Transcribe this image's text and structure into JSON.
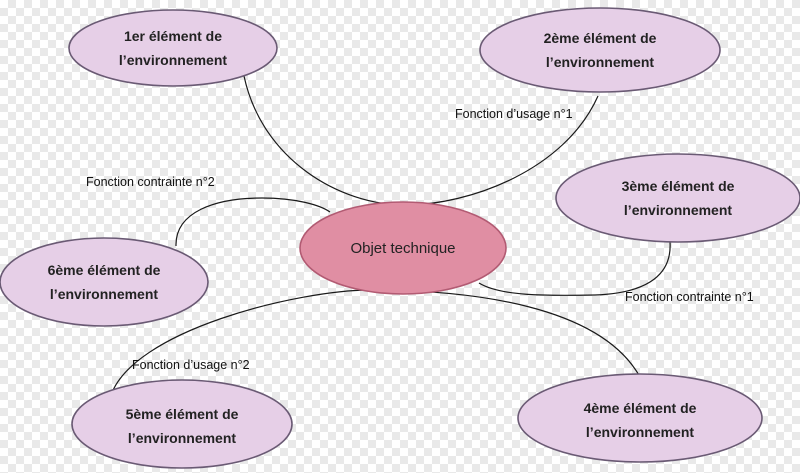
{
  "center": {
    "label": "Objet technique"
  },
  "elements": [
    {
      "line1": "1er  élément de",
      "line2": "l’environnement"
    },
    {
      "line1": "2ème  élément de",
      "line2": "l’environnement"
    },
    {
      "line1": "3ème  élément de",
      "line2": "l’environnement"
    },
    {
      "line1": "4ème  élément de",
      "line2": "l’environnement"
    },
    {
      "line1": "5ème  élément de",
      "line2": "l’environnement"
    },
    {
      "line1": "6ème  élément de",
      "line2": "l’environnement"
    }
  ],
  "functions": {
    "usage1": "Fonction d’usage n°1",
    "usage2": "Fonction d’usage n°2",
    "contrainte1": "Fonction contrainte n°1",
    "contrainte2": "Fonction contrainte n°2"
  },
  "colors": {
    "center_fill": "#e08ea3",
    "center_stroke": "#b25b73",
    "element_fill": "#e6cfe7",
    "element_stroke": "#6a5a74",
    "line": "#1a1a1a"
  }
}
